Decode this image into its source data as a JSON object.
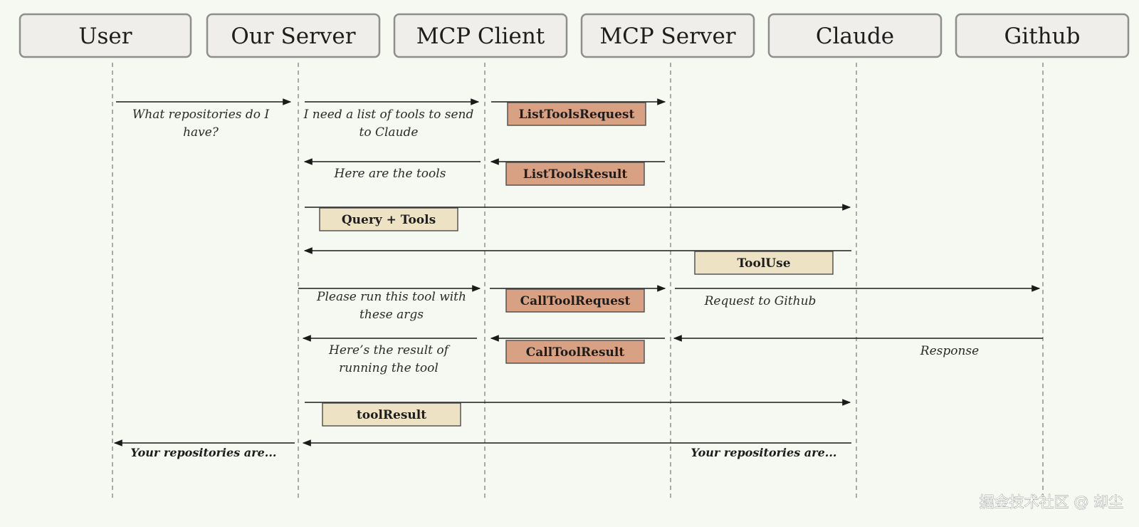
{
  "actors": {
    "user": "User",
    "our_server": "Our Server",
    "mcp_client": "MCP Client",
    "mcp_server": "MCP Server",
    "claude": "Claude",
    "github": "Github"
  },
  "messages": {
    "user_question_line1": "What repositories do I",
    "user_question_line2": "have?",
    "need_tools_line1": "I need a list of tools to send",
    "need_tools_line2": "to Claude",
    "list_tools_request": "ListToolsRequest",
    "here_are_tools": "Here are the tools",
    "list_tools_result": "ListToolsResult",
    "query_tools": "Query + Tools",
    "tool_use": "ToolUse",
    "run_tool_line1": "Please run this tool with",
    "run_tool_line2": "these args",
    "call_tool_request": "CallToolRequest",
    "request_to_github": "Request to Github",
    "result_line1": "Here’s the result of",
    "result_line2": "running the tool",
    "call_tool_result": "CallToolResult",
    "response": "Response",
    "tool_result": "toolResult",
    "final_answer_client": "Your repositories are...",
    "final_answer_claude": "Your repositories are..."
  },
  "watermark": "掘金技术社区 @ 却尘",
  "colors": {
    "background": "#f5f9f1",
    "protocol_box": "#d9a184",
    "claude_box": "#ede2c4"
  }
}
